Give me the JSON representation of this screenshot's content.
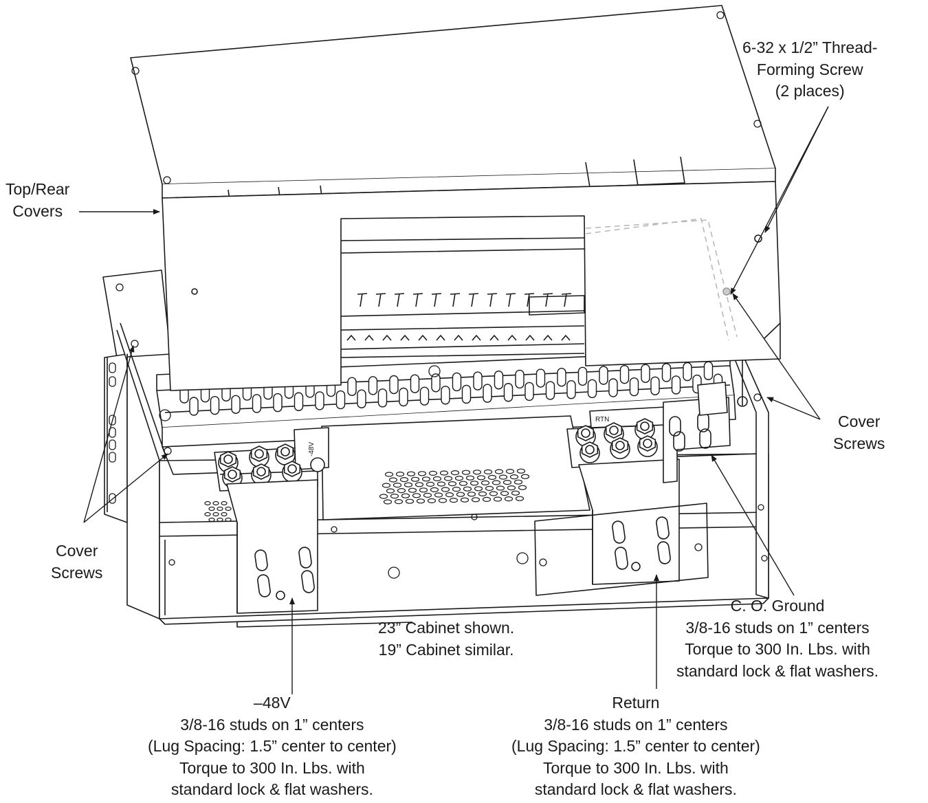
{
  "labels": {
    "screw": {
      "lines": [
        "6-32 x 1/2” Thread-",
        "Forming Screw",
        "(2 places)"
      ]
    },
    "top_rear": {
      "lines": [
        "Top/Rear",
        "Covers"
      ]
    },
    "cover_screws_right": {
      "lines": [
        "Cover",
        "Screws"
      ]
    },
    "cover_screws_left": {
      "lines": [
        "Cover",
        "Screws"
      ]
    },
    "cabinet_note": {
      "lines": [
        "23” Cabinet shown.",
        "19” Cabinet similar."
      ]
    },
    "co_ground": {
      "lines": [
        "C. O. Ground",
        "3/8-16 studs on 1” centers",
        "Torque to 300 In. Lbs. with",
        "standard lock & flat washers."
      ]
    },
    "neg48v": {
      "lines": [
        "–48V",
        "3/8-16 studs on 1” centers",
        "(Lug Spacing: 1.5” center to center)",
        "Torque to 300 In. Lbs. with",
        "standard lock & flat washers."
      ]
    },
    "return": {
      "lines": [
        "Return",
        "3/8-16 studs on 1” centers",
        "(Lug Spacing: 1.5” center to center)",
        "Torque to 300 In. Lbs. with",
        "standard lock & flat washers."
      ]
    }
  },
  "terminal_marks": {
    "neg": "-48V",
    "rtn": "RTN"
  },
  "colors": {
    "line": "#1a1a1a",
    "hidden": "#b8b8b8",
    "background": "#ffffff"
  }
}
